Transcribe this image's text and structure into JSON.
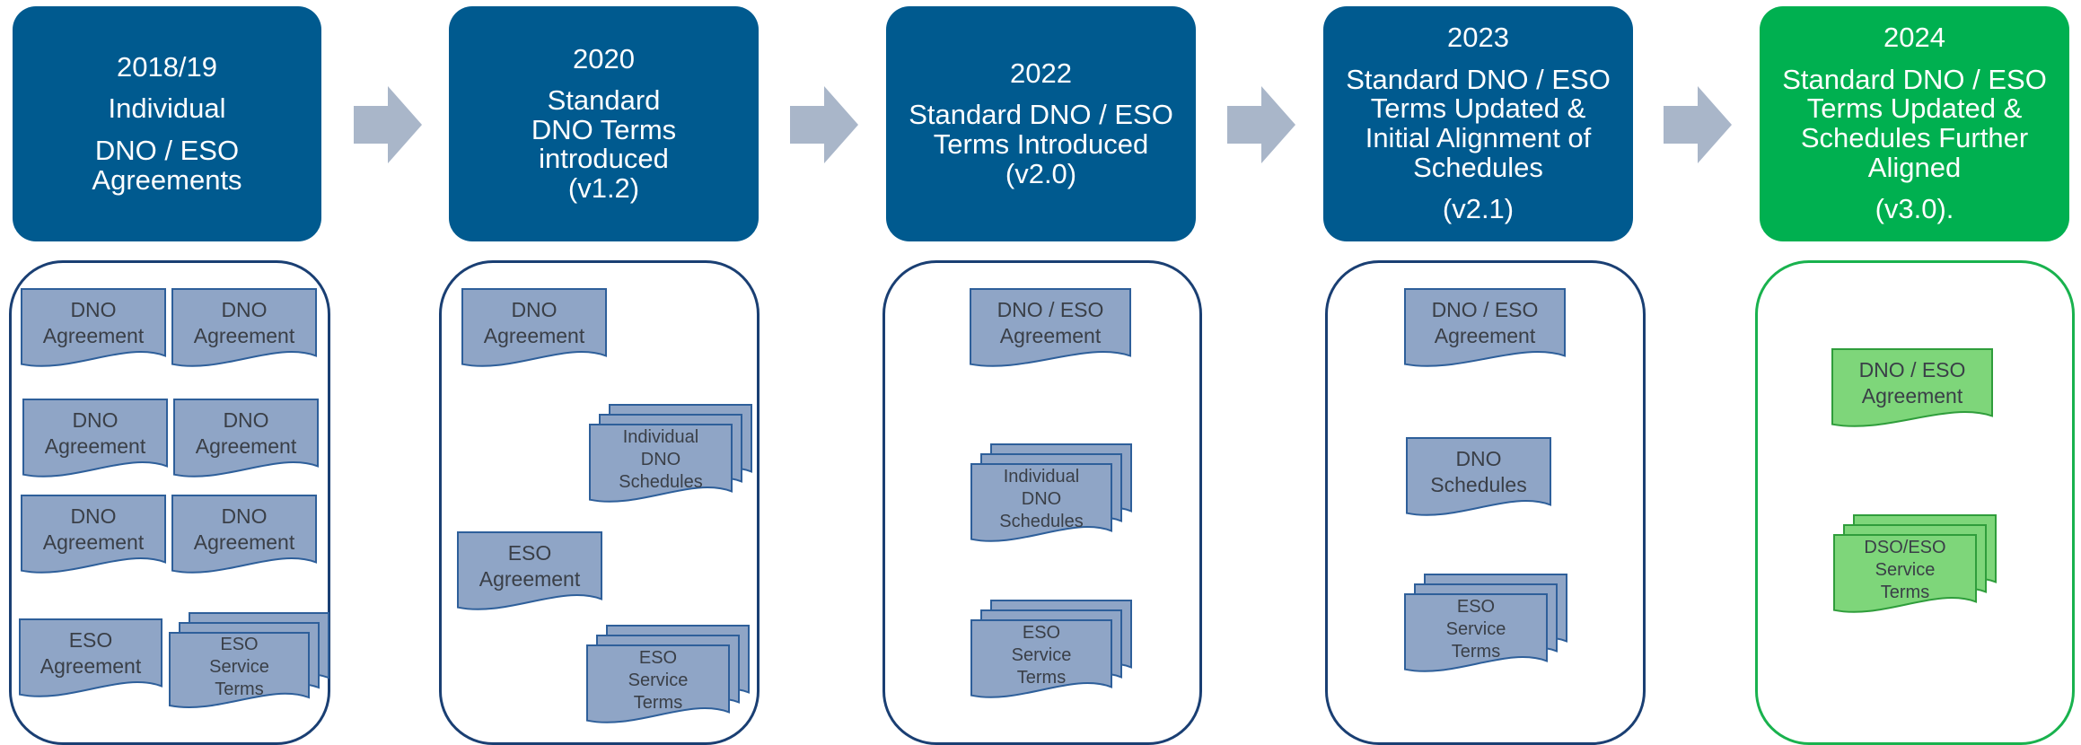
{
  "colors": {
    "header_blue": "#005a8f",
    "header_green": "#00b050",
    "doc_blue": "#8fa5c6",
    "doc_blue_border": "#2e5f9a",
    "doc_green": "#7ed67a",
    "doc_green_border": "#2f9d3b",
    "arrow": "#a9b6c9"
  },
  "stages": [
    {
      "year": "2018/19",
      "title_lines": [
        "Individual",
        "DNO / ESO",
        "Agreements"
      ],
      "version": "",
      "docs": [
        {
          "lines": [
            "DNO",
            "Agreement"
          ]
        },
        {
          "lines": [
            "DNO",
            "Agreement"
          ]
        },
        {
          "lines": [
            "DNO",
            "Agreement"
          ]
        },
        {
          "lines": [
            "DNO",
            "Agreement"
          ]
        },
        {
          "lines": [
            "DNO",
            "Agreement"
          ]
        },
        {
          "lines": [
            "DNO",
            "Agreement"
          ]
        },
        {
          "lines": [
            "ESO",
            "Agreement"
          ]
        },
        {
          "lines": [
            "ESO",
            "Service",
            "Terms"
          ]
        }
      ]
    },
    {
      "year": "2020",
      "title_lines": [
        "Standard",
        "DNO Terms",
        "introduced"
      ],
      "version": "(v1.2)",
      "docs": [
        {
          "lines": [
            "DNO",
            "Agreement"
          ]
        },
        {
          "lines": [
            "Individual",
            "DNO",
            "Schedules"
          ]
        },
        {
          "lines": [
            "ESO",
            "Agreement"
          ]
        },
        {
          "lines": [
            "ESO",
            "Service",
            "Terms"
          ]
        }
      ]
    },
    {
      "year": "2022",
      "title_lines": [
        "Standard DNO / ESO",
        "Terms Introduced"
      ],
      "version": "(v2.0)",
      "docs": [
        {
          "lines": [
            "DNO / ESO",
            "Agreement"
          ]
        },
        {
          "lines": [
            "Individual",
            "DNO",
            "Schedules"
          ]
        },
        {
          "lines": [
            "ESO",
            "Service",
            "Terms"
          ]
        }
      ]
    },
    {
      "year": "2023",
      "title_lines": [
        "Standard DNO / ESO",
        "Terms Updated &",
        "Initial Alignment of",
        "Schedules"
      ],
      "version": "(v2.1)",
      "docs": [
        {
          "lines": [
            "DNO / ESO",
            "Agreement"
          ]
        },
        {
          "lines": [
            "DNO",
            "Schedules"
          ]
        },
        {
          "lines": [
            "ESO",
            "Service",
            "Terms"
          ]
        }
      ]
    },
    {
      "year": "2024",
      "title_lines": [
        "Standard DNO / ESO",
        "Terms Updated &",
        "Schedules Further",
        "Aligned"
      ],
      "version": "(v3.0).",
      "docs": [
        {
          "lines": [
            "DNO / ESO",
            "Agreement"
          ]
        },
        {
          "lines": [
            "DSO/ESO",
            "Service",
            "Terms"
          ]
        }
      ]
    }
  ]
}
